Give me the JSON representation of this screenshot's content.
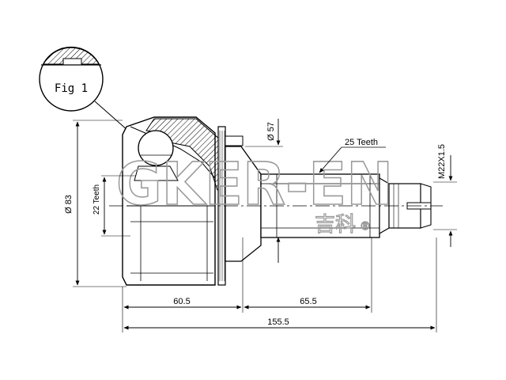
{
  "figure": {
    "fig_label": "Fig 1"
  },
  "dimensions": {
    "overall_diameter": "Ø 83",
    "inner_teeth": "22 Teeth",
    "flange_diameter": "Ø 57",
    "shaft_teeth": "25 Teeth",
    "thread": "M22X1.5",
    "length_housing": "60.5",
    "length_shaft": "65.5",
    "length_total": "155.5"
  },
  "watermark": {
    "brand": "GKER-EN",
    "local_name": "吉科",
    "mark": "®"
  },
  "colors": {
    "line": "#000000",
    "watermark": "#9a9a9a"
  }
}
